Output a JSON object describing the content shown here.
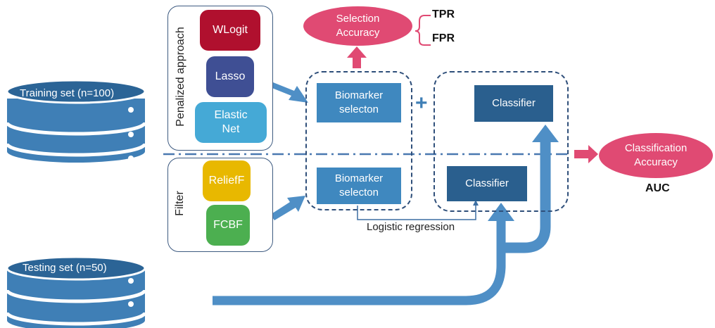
{
  "datasets": {
    "training": "Training set (n=100)",
    "testing": "Testing set (n=50)"
  },
  "penalized": {
    "label": "Penalized approach",
    "methods": [
      "WLogit",
      "Lasso",
      "Elastic\nNet"
    ]
  },
  "filter": {
    "label": "Filter",
    "methods": [
      "ReliefF",
      "FCBF"
    ]
  },
  "pipeline": {
    "selection_top": "Biomarker\nselecton",
    "selection_bottom": "Biomarker\nselecton",
    "classifier_top": "Classifier",
    "classifier_bottom": "Classifier",
    "plus": "+",
    "link_label": "Logistic regression"
  },
  "outputs": {
    "selection_accuracy": "Selection\nAccuracy",
    "tpr": "TPR",
    "fpr": "FPR",
    "classification_accuracy": "Classification\nAccuracy",
    "auc": "AUC"
  },
  "colors": {
    "db_blue": "#3f7fb6",
    "db_dark": "#2b6496",
    "wlogit": "#b0102e",
    "lasso": "#3f4f94",
    "elastic": "#45a9d6",
    "relieff": "#e8b800",
    "fcbf": "#4caf50",
    "selection_box": "#3f88bf",
    "classifier_box": "#2a5f8e",
    "accent_pink": "#e04a73",
    "arrow_blue": "#4f8fc6"
  }
}
